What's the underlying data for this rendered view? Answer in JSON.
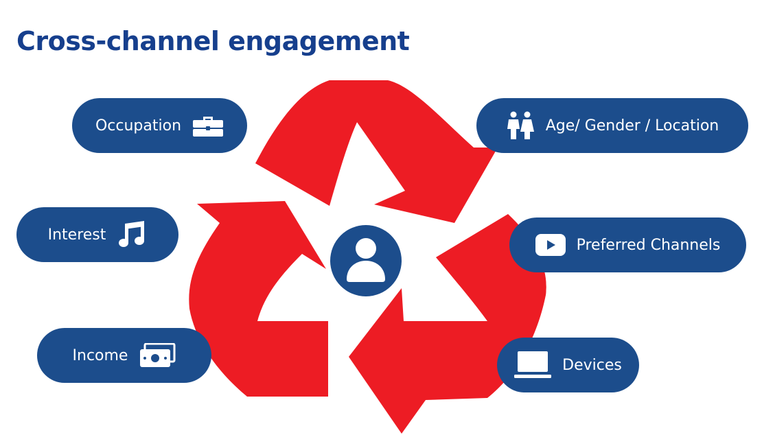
{
  "title": "Cross-channel engagement",
  "center": {
    "icon": "user-icon"
  },
  "cycle": {
    "icon": "recycle-arrows",
    "color": "#ed1c24"
  },
  "colors": {
    "title": "#163f8d",
    "pill": "#1c4d8c",
    "center": "#1c4d8c",
    "arrow": "#ed1c24"
  },
  "attributes": [
    {
      "id": "occupation",
      "label": "Occupation",
      "icon": "briefcase-icon"
    },
    {
      "id": "interest",
      "label": "Interest",
      "icon": "music-note-icon"
    },
    {
      "id": "income",
      "label": "Income",
      "icon": "cash-icon"
    },
    {
      "id": "age",
      "label": "Age/ Gender / Location",
      "icon": "people-icon"
    },
    {
      "id": "channels",
      "label": "Preferred Channels",
      "icon": "play-button-icon"
    },
    {
      "id": "devices",
      "label": "Devices",
      "icon": "laptop-icon"
    }
  ]
}
